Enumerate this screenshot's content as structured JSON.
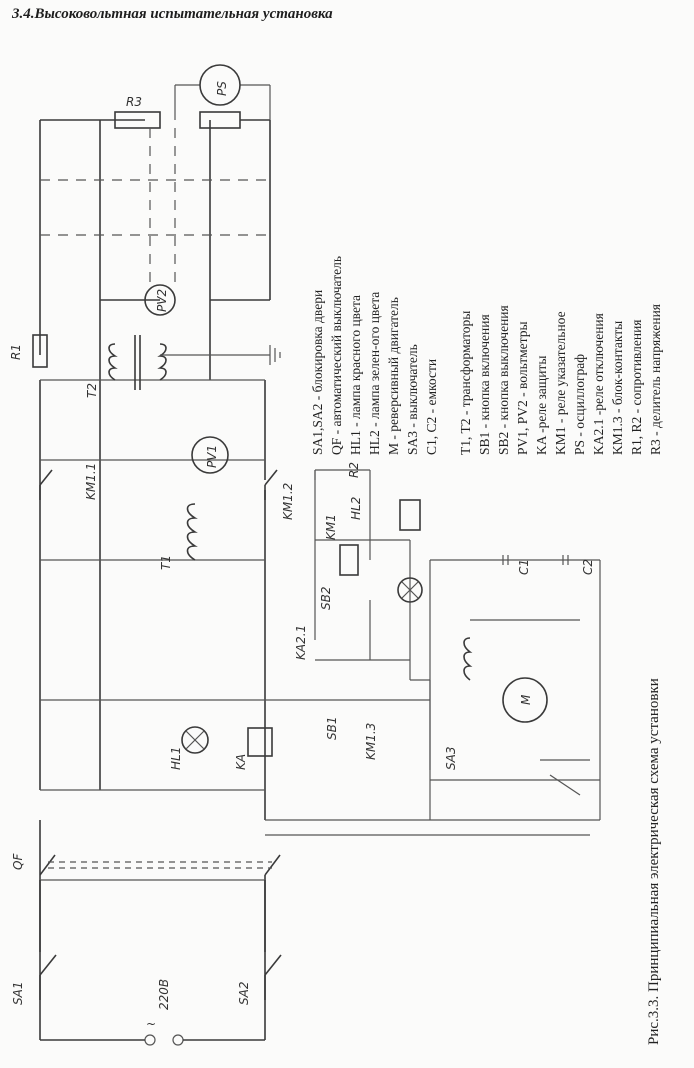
{
  "heading": "3.4.Высоковольтная испытательная установка",
  "caption": "Рис.3.3. Принципиальная электрическая схема установки",
  "supply": "220В",
  "labels": {
    "SA1": "SA1",
    "SA2": "SA2",
    "QF": "QF",
    "HL1": "HL1",
    "KA": "KA",
    "T1": "T1",
    "PV1": "PV1",
    "KM11": "KM1.1",
    "KM12": "KM1.2",
    "T2": "T2",
    "R1": "R1",
    "PV2": "PV2",
    "R3": "R3",
    "PS": "PS",
    "KA21": "KA2.1",
    "SB1": "SB1",
    "KM13": "KM1.3",
    "SB2": "SB2",
    "KM1": "KM1",
    "HL2": "HL2",
    "R2": "R2",
    "SA3": "SA3",
    "M": "M",
    "C1": "C1",
    "C2": "C2"
  },
  "legend": [
    "SA1,SA2 - блокировка двери",
    "QF - автоматический выключатель",
    "HL1 - лампа красного цвета",
    "HL2 - лампа зелен-ого цвета",
    "M - реверсивный двигатель",
    "SA3 - выключатель",
    "C1, C2 - емкости",
    "T1, T2 - трансформаторы",
    "SB1 - кнопка включения",
    "SB2 - кнопка выключения",
    "PV1, PV2 - вольтметры",
    "KA -реле защиты",
    "KM1 - реле указательное",
    "PS - осциллограф",
    "KA2.1 -реле отключения",
    "KM1.3 - блок-контакты",
    "R1, R2 - сопротивления",
    "R3 - делитель напряжения"
  ]
}
